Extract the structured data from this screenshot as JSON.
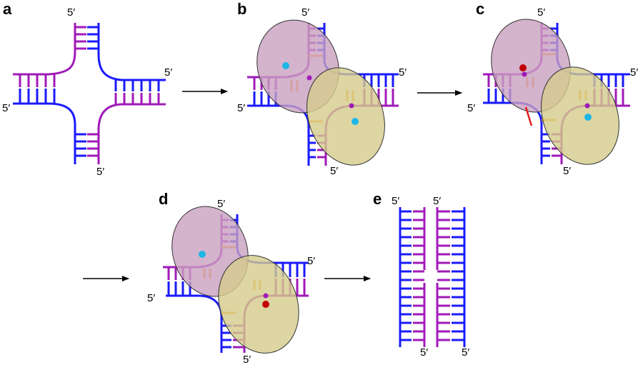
{
  "panels": [
    {
      "id": "a",
      "label": "a"
    },
    {
      "id": "b",
      "label": "b"
    },
    {
      "id": "c",
      "label": "c"
    },
    {
      "id": "d",
      "label": "d"
    },
    {
      "id": "e",
      "label": "e"
    }
  ],
  "strand_end_label": "5′",
  "colors": {
    "strand_blue": "#1a1aff",
    "strand_purple": "#a01ab8",
    "unpaired_orange": "#ffa31a",
    "protein_pink": "#c9a0c0",
    "protein_olive": "#d4cc8c",
    "active_site_cyan": "#1fb6e8",
    "cleavage_red": "#c00000",
    "cut_marker_red": "#e0201a"
  },
  "icons": [
    "holliday-junction",
    "resolvase-dimer",
    "active-site-dot",
    "nick-site",
    "reaction-arrow"
  ]
}
